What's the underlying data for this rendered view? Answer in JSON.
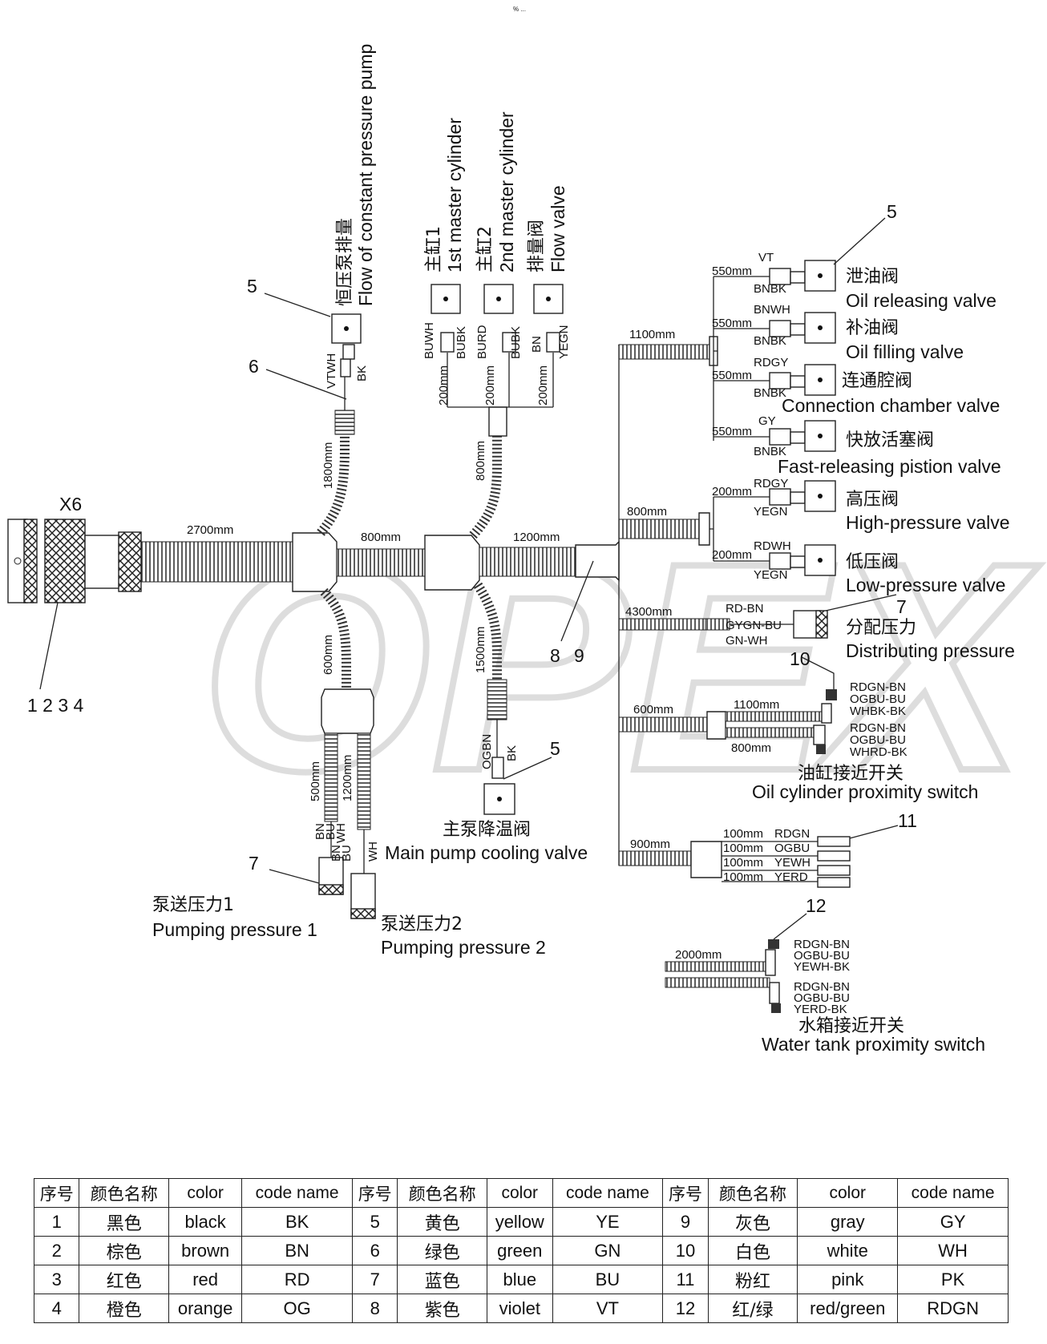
{
  "header_mark": "% ...",
  "watermark": "OPEX",
  "connector": {
    "name": "X6",
    "pins": "1  2  3  4"
  },
  "lengths": {
    "main_trunk": "2700mm",
    "trunk_mid": "800mm",
    "trunk_right": "1200mm",
    "up_left": "1800mm",
    "up_mid": "800mm",
    "down_left": "600mm",
    "down_mid": "1500mm",
    "drop_500": "500mm",
    "drop_1200": "1200mm",
    "valve_200a": "200mm",
    "valve_200b": "200mm",
    "valve_200c": "200mm",
    "right_1100": "1100mm",
    "right_800": "800mm",
    "right_4300": "4300mm",
    "right_600": "600mm",
    "right_900": "900mm",
    "prox_1100": "1100mm",
    "prox_800": "800mm",
    "water_2000": "2000mm",
    "b550_1": "550mm",
    "b550_2": "550mm",
    "b550_3": "550mm",
    "b550_4": "550mm",
    "b200_1": "200mm",
    "b200_2": "200mm",
    "b100_1": "100mm",
    "b100_2": "100mm",
    "b100_3": "100mm",
    "b100_4": "100mm"
  },
  "labels": {
    "constant_pump_cn": "恒压泵排量",
    "constant_pump_en": "Flow of constant pressure pump",
    "cyl1_cn": "主缸1",
    "cyl1_en": "1st master cylinder",
    "cyl2_cn": "主缸2",
    "cyl2_en": "2nd master cylinder",
    "flow_cn": "排量阀",
    "flow_en": "Flow valve",
    "oil_rel_cn": "泄油阀",
    "oil_rel_en": "Oil releasing valve",
    "oil_fill_cn": "补油阀",
    "oil_fill_en": "Oil filling valve",
    "conn_cn": "连通腔阀",
    "conn_en": "Connection chamber valve",
    "fast_cn": "快放活塞阀",
    "fast_en": "Fast-releasing pistion valve",
    "high_cn": "高压阀",
    "high_en": "High-pressure valve",
    "low_cn": "低压阀",
    "low_en": "Low-pressure valve",
    "dist_cn": "分配压力",
    "dist_en": "Distributing pressure",
    "oilcyl_cn": "油缸接近开关",
    "oilcyl_en": "Oil cylinder proximity switch",
    "cool_cn": "主泵降温阀",
    "cool_en": "Main pump cooling valve",
    "pp1_cn": "泵送压力1",
    "pp1_en": "Pumping pressure 1",
    "pp2_cn": "泵送压力2",
    "pp2_en": "Pumping pressure 2",
    "water_cn": "水箱接近开关",
    "water_en": "Water tank proximity switch"
  },
  "callouts": {
    "c5a": "5",
    "c5b": "5",
    "c5c": "5",
    "c6": "6",
    "c7a": "7",
    "c7b": "7",
    "c8": "8",
    "c9": "9",
    "c10": "10",
    "c11": "11",
    "c12": "12"
  },
  "wire_codes": {
    "vtwh": "VTWH",
    "bk_a": "BK",
    "buwh": "BUWH",
    "bubk_a": "BUBK",
    "burd": "BURD",
    "bubk_b": "BUBK",
    "bn_a": "BN",
    "yegn_a": "YEGN",
    "vt": "VT",
    "bnbk_1": "BNBK",
    "bnwh": "BNWH",
    "bnbk_2": "BNBK",
    "rdgy": "RDGY",
    "bnbk_3": "BNBK",
    "gy": "GY",
    "bnbk_4": "BNBK",
    "rdgy_2": "RDGY",
    "yegn_b": "YEGN",
    "rdwh": "RDWH",
    "yegn_c": "YEGN",
    "rd_bn": "RD-BN",
    "gygn_bu": "GYGN-BU",
    "gn_wh": "GN-WH",
    "p1_1": "RDGN-BN",
    "p1_2": "OGBU-BU",
    "p1_3": "WHBK-BK",
    "p2_1": "RDGN-BN",
    "p2_2": "OGBU-BU",
    "p2_3": "WHRD-BK",
    "s_rdgn": "RDGN",
    "s_ogbu": "OGBU",
    "s_yewh": "YEWH",
    "s_yerd": "YERD",
    "w1_1": "RDGN-BN",
    "w1_2": "OGBU-BU",
    "w1_3": "YEWH-BK",
    "w2_1": "RDGN-BN",
    "w2_2": "OGBU-BU",
    "w2_3": "YERD-BK",
    "ogbn": "OGBN",
    "bk_b": "BK",
    "d_bn1": "BN",
    "d_bu1": "BU",
    "d_wh1": "WH",
    "d_bn2": "BN",
    "d_bu2": "BU",
    "d_wh2": "WH"
  },
  "legend": {
    "headers": [
      "序号",
      "颜色名称",
      "color",
      "code name",
      "序号",
      "颜色名称",
      "color",
      "code name",
      "序号",
      "颜色名称",
      "color",
      "code name"
    ],
    "rows": [
      [
        "1",
        "黑色",
        "black",
        "BK",
        "5",
        "黄色",
        "yellow",
        "YE",
        "9",
        "灰色",
        "gray",
        "GY"
      ],
      [
        "2",
        "棕色",
        "brown",
        "BN",
        "6",
        "绿色",
        "green",
        "GN",
        "10",
        "白色",
        "white",
        "WH"
      ],
      [
        "3",
        "红色",
        "red",
        "RD",
        "7",
        "蓝色",
        "blue",
        "BU",
        "11",
        "粉红",
        "pink",
        "PK"
      ],
      [
        "4",
        "橙色",
        "orange",
        "OG",
        "8",
        "紫色",
        "violet",
        "VT",
        "12",
        "红/绿",
        "red/green",
        "RDGN"
      ]
    ]
  }
}
